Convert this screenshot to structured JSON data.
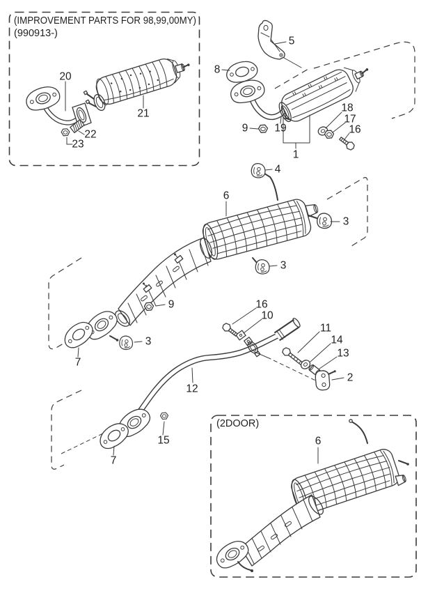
{
  "figure": {
    "background": "#ffffff",
    "line_color": "#3a3a3a",
    "text_color": "#1f1f1f",
    "description": "Exploded exhaust system parts diagram"
  },
  "boxes": {
    "improvement": {
      "caption_line1": "(IMPROVEMENT PARTS FOR 98,99,00MY)",
      "caption_line2": "(990913-)"
    },
    "two_door": {
      "caption": "(2DOOR)"
    }
  },
  "callouts": {
    "c20": "20",
    "c21": "21",
    "c22": "22",
    "c23": "23",
    "c5": "5",
    "c8": "8",
    "c9a": "9",
    "c19": "19",
    "c18": "18",
    "c17": "17",
    "c16a": "16",
    "c1": "1",
    "c4": "4",
    "c6a": "6",
    "c3a": "3",
    "c3b": "3",
    "c9b": "9",
    "c16b": "16",
    "c10": "10",
    "c3c": "3",
    "c11": "11",
    "c14": "14",
    "c13": "13",
    "c7a": "7",
    "c2": "2",
    "c12": "12",
    "c15": "15",
    "c7b": "7",
    "c6b": "6"
  }
}
